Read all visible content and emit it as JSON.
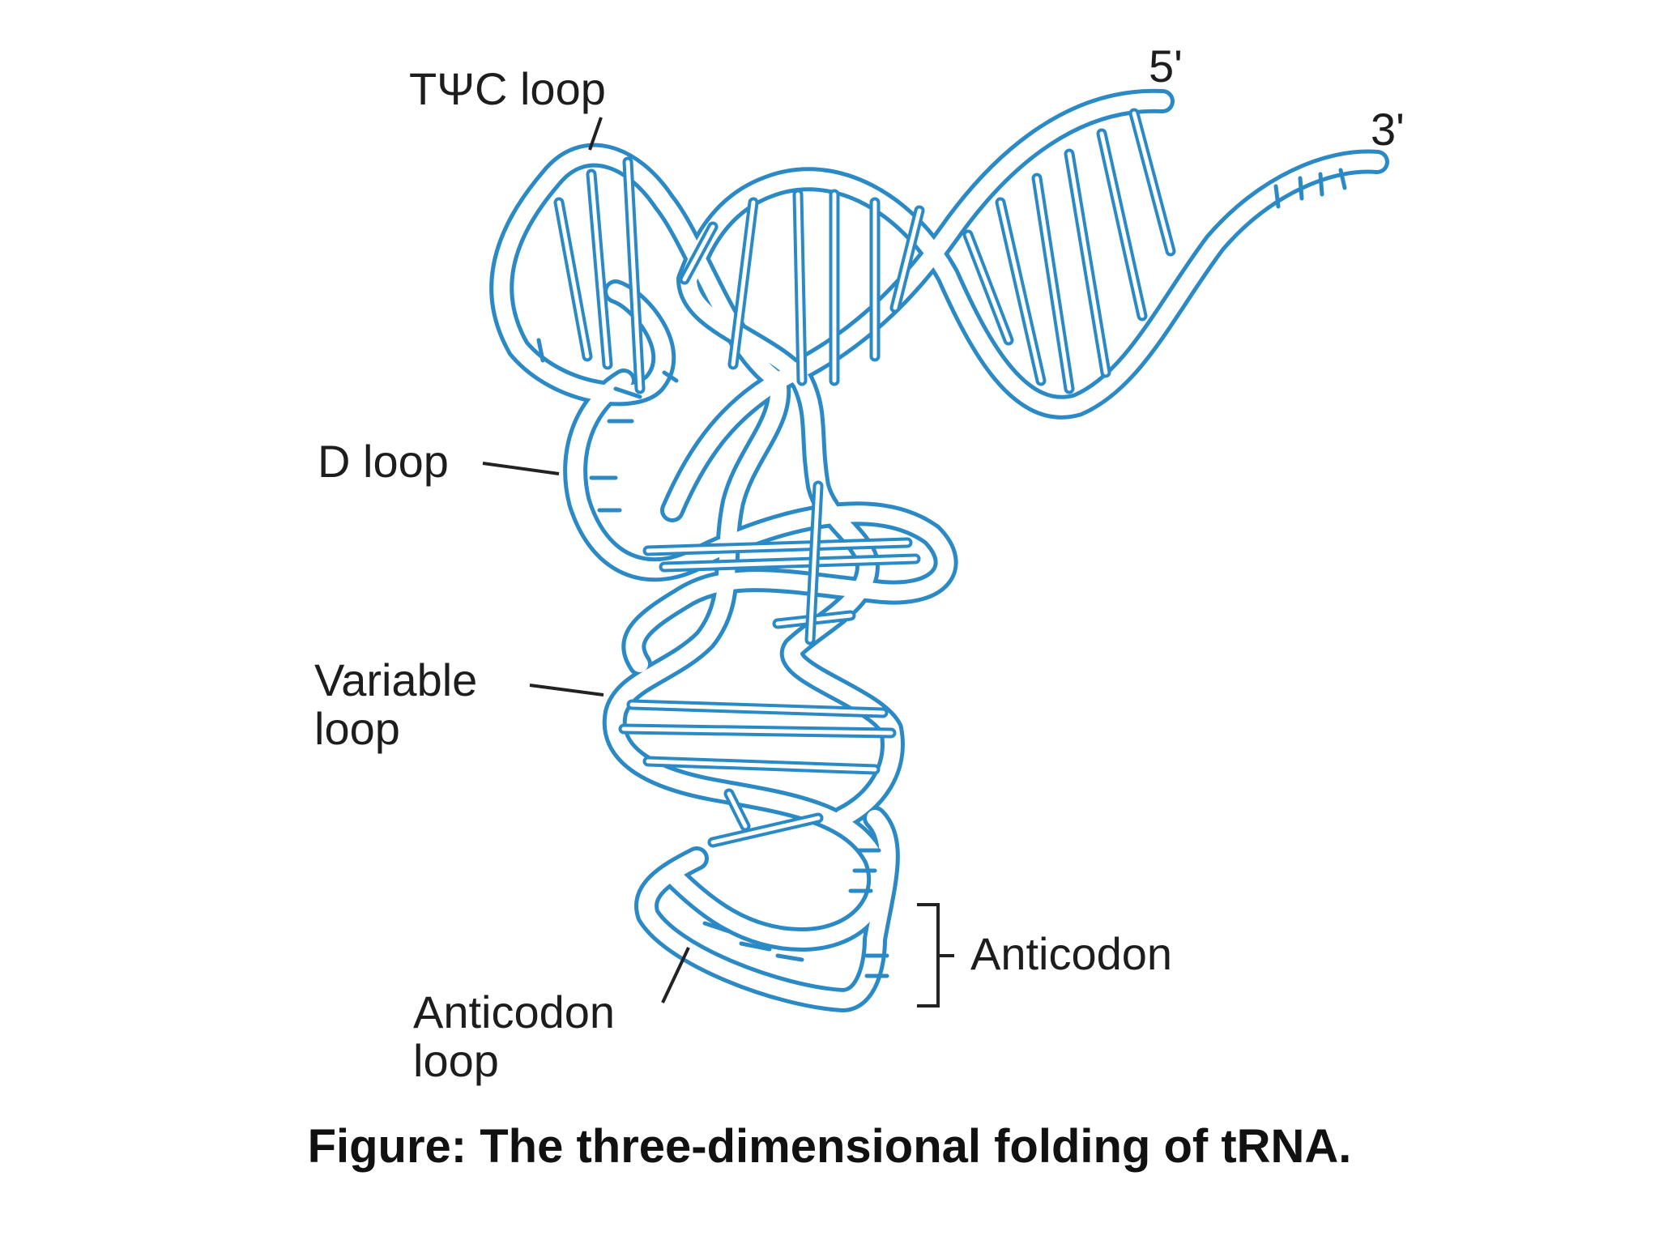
{
  "labels": {
    "tpsic_loop": "TΨC loop",
    "five_prime": "5'",
    "three_prime": "3'",
    "d_loop": "D loop",
    "variable_loop": "Variable\nloop",
    "anticodon": "Anticodon",
    "anticodon_loop": "Anticodon\nloop"
  },
  "caption": "Figure: The three-dimensional folding of tRNA.",
  "colors": {
    "strand": "#2b8ac6",
    "text": "#1d1d1d"
  }
}
